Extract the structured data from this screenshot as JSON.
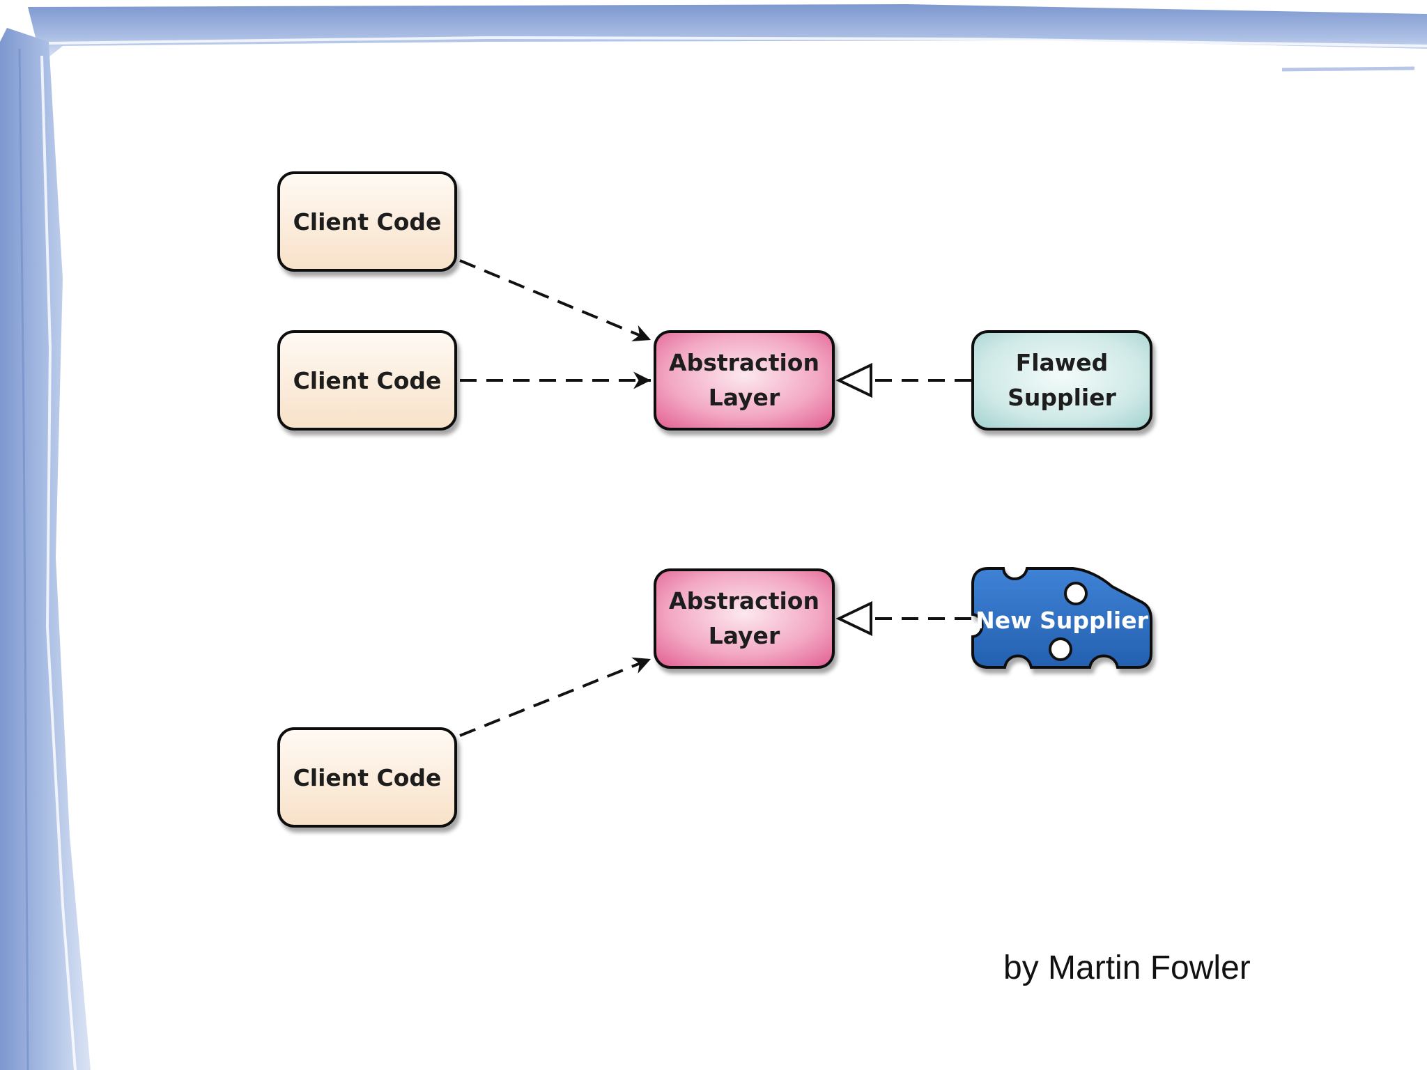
{
  "diagram": {
    "nodes": {
      "client_top": {
        "label": [
          "Client Code"
        ]
      },
      "client_middle": {
        "label": [
          "Client Code"
        ]
      },
      "client_bottom": {
        "label": [
          "Client Code"
        ]
      },
      "abstraction_top": {
        "label": [
          "Abstraction",
          "Layer"
        ]
      },
      "abstraction_bottom": {
        "label": [
          "Abstraction",
          "Layer"
        ]
      },
      "flawed_supplier": {
        "label": [
          "Flawed",
          "Supplier"
        ]
      },
      "new_supplier": {
        "label": [
          "New Supplier"
        ]
      }
    },
    "edges": [
      {
        "from": "client_top",
        "to": "abstraction_top",
        "style": "dashed",
        "arrow": "open"
      },
      {
        "from": "client_middle",
        "to": "abstraction_top",
        "style": "dashed",
        "arrow": "open"
      },
      {
        "from": "flawed_supplier",
        "to": "abstraction_top",
        "style": "dashed",
        "arrow": "hollow-triangle"
      },
      {
        "from": "client_bottom",
        "to": "abstraction_bottom",
        "style": "dashed",
        "arrow": "open"
      },
      {
        "from": "new_supplier",
        "to": "abstraction_bottom",
        "style": "dashed",
        "arrow": "hollow-triangle"
      }
    ]
  },
  "credit": "by Martin Fowler",
  "colors": {
    "client_fill": "#fbe6d2",
    "abstraction_fill": "#ea7fa6",
    "flawed_fill": "#bfe3e1",
    "new_supplier_fill": "#2f6fc4",
    "frame_blue": "#8fa9d8"
  }
}
